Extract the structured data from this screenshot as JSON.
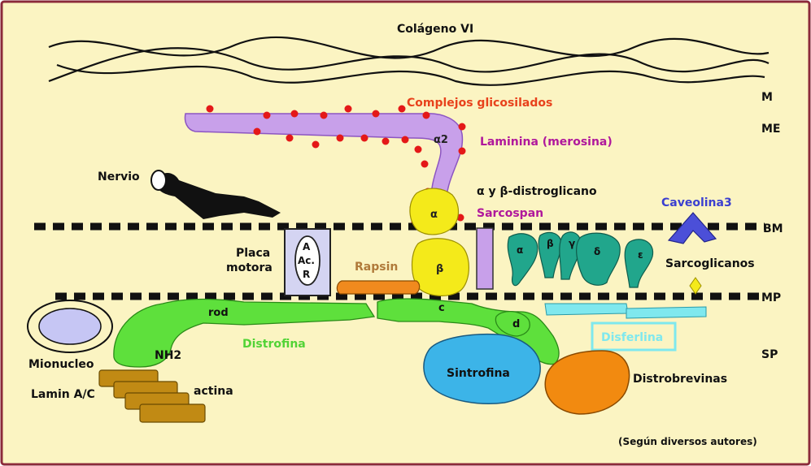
{
  "labels": {
    "collagen": "Colágeno VI",
    "glyco": "Complejos glicosilados",
    "alpha2": "α2",
    "laminin": "Laminina (merosina)",
    "nerve": "Nervio",
    "dystroglycan": "α y β-distroglicano",
    "alpha": "α",
    "beta": "β",
    "sarcospan": "Sarcospan",
    "caveolin": "Caveolina3",
    "plate_line1": "Placa",
    "plate_line2": "motora",
    "achr_a": "A",
    "achr_ac": "Ac.",
    "achr_r": "R",
    "rapsin": "Rapsin",
    "sg_alpha": "α",
    "sg_beta": "β",
    "sg_gamma": "γ",
    "sg_delta": "δ",
    "sg_epsilon": "ε",
    "sarcoglycans": "Sarcoglicanos",
    "rod": "rod",
    "c": "c",
    "d": "d",
    "dystrophin": "Distrofina",
    "dysferlin": "Disferlina",
    "myonucleus": "Mionucleo",
    "nh2": "NH2",
    "actin": "actina",
    "lamin": "Lamin A/C",
    "syntrophin": "Sintrofina",
    "dystrobrevins": "Distrobrevinas",
    "source": "(Según diversos autores)"
  },
  "regions": {
    "m": "M",
    "me": "ME",
    "bm": "BM",
    "mp": "MP",
    "sp": "SP"
  },
  "colors": {
    "background": "#fbf4c2",
    "border": "#8b2a3a",
    "laminin": "#c8a0ea",
    "laminin_text": "#b0189c",
    "glyco_dots": "#e41818",
    "glyco_text": "#e8421c",
    "dystroglycan": "#f4ea1a",
    "dystrophin": "#5ee03c",
    "dystrophin_text": "#52d336",
    "sarcoglycan": "#21a68c",
    "caveolin": "#4b4fd8",
    "rapsin": "#f08a1e",
    "rapsin_text": "#b07a3a",
    "syntrophin": "#3cb4e8",
    "dystrobrevin": "#f28a10",
    "dysferlin": "#7fe8ee",
    "actin": "#c18a14",
    "myonucleus": "#c6c6f4",
    "plate": "#d4d4f2"
  }
}
